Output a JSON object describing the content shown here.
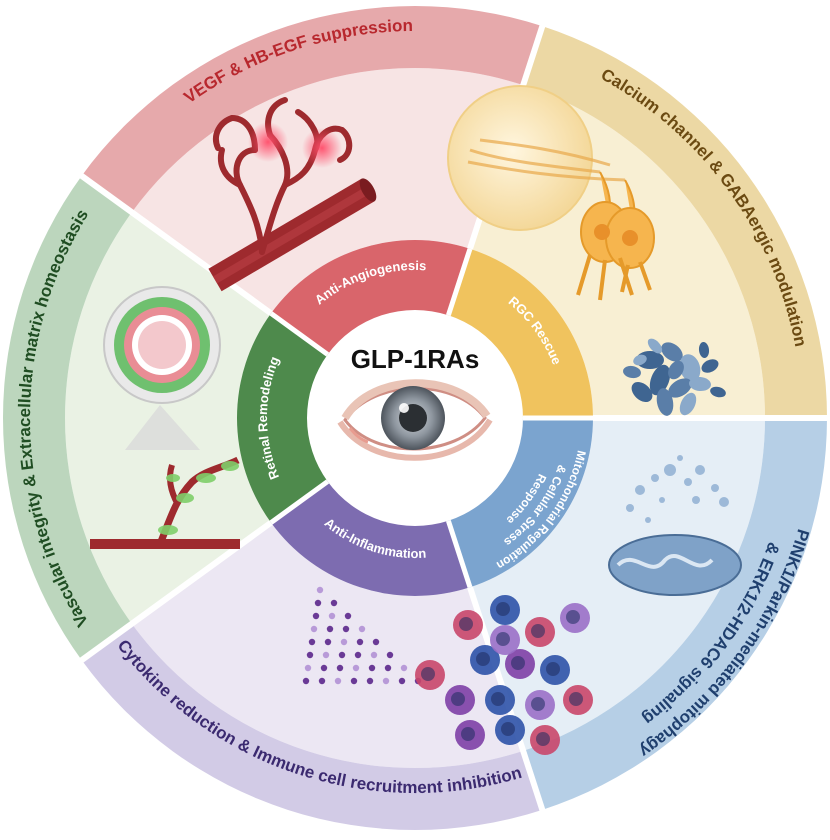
{
  "center": {
    "title": "GLP-1RAs"
  },
  "inner_ring": [
    {
      "label": "Anti-Angiogenesis",
      "color": "#d9656b"
    },
    {
      "label": "RGC Rescue",
      "color": "#f0c35e"
    },
    {
      "label": "Mitochondrial Regulation & Cellular Stress Response",
      "line1": "Mitochondrial Regulation",
      "line2": "& Cellular Stress",
      "line3": "Response",
      "color": "#7ba4cf"
    },
    {
      "label": "Anti-Inflammation",
      "color": "#7d6cb0"
    },
    {
      "label": "Retinal Remodeling",
      "color": "#4e8a4c"
    }
  ],
  "outer_ring": [
    {
      "label": "VEGF & HB-EGF suppression",
      "color": "#e6a9ab",
      "text_color": "#b8282e"
    },
    {
      "label": "Calcium channel & GABAergic modulation",
      "color": "#ecd8a4",
      "text_color": "#6b4a12"
    },
    {
      "label": "PINK1/Parkin-mediated mitophagy & ERK1/2-HDAC6 signaling",
      "line1": "PINK1/Parkin-mediated mitophagy",
      "line2": "& ERK1/2-HDAC6 signaling",
      "color": "#b6cfe6",
      "text_color": "#1f3f6e"
    },
    {
      "label": "Cytokine reduction & Immune cell recruitment inhibition",
      "color": "#d2cbe6",
      "text_color": "#3b2a70"
    },
    {
      "label": "Vascular integrity & Extracellular matrix homeostasis",
      "color": "#bcd6bd",
      "text_color": "#1f4d22"
    }
  ],
  "colors": {
    "vessel": "#9e2a2e",
    "neuron": "#f2b04a",
    "mito": "#5a7ea8",
    "immune_blue": "#2e52a8",
    "immune_purple": "#7e3fa6",
    "immune_pink": "#c9466a"
  }
}
